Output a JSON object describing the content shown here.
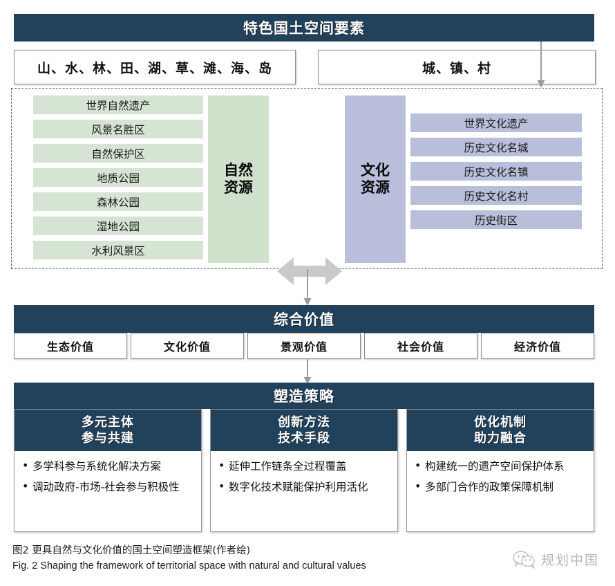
{
  "title": {
    "text": "特色国土空间要素"
  },
  "elements": [
    {
      "label": "山、水、林、田、湖、草、滩、海、岛"
    },
    {
      "label": "城、镇、村"
    }
  ],
  "resources": {
    "natural": {
      "pillar_line1": "自然",
      "pillar_line2": "资源",
      "items": [
        "世界自然遗产",
        "风景名胜区",
        "自然保护区",
        "地质公园",
        "森林公园",
        "湿地公园",
        "水利风景区"
      ]
    },
    "cultural": {
      "pillar_line1": "文化",
      "pillar_line2": "资源",
      "items": [
        "世界文化遗产",
        "历史文化名城",
        "历史文化名镇",
        "历史文化名村",
        "历史街区"
      ]
    },
    "exchange_icon": "double-headed-arrow"
  },
  "value": {
    "title": "综合价值",
    "items": [
      "生态价值",
      "文化价值",
      "景观价值",
      "社会价值",
      "经济价值"
    ]
  },
  "strategy": {
    "title": "塑造策略",
    "cards": [
      {
        "head_line1": "多元主体",
        "head_line2": "参与共建",
        "bullets": [
          "多学科参与系统化解决方案",
          "调动政府-市场-社会参与积极性"
        ]
      },
      {
        "head_line1": "创新方法",
        "head_line2": "技术手段",
        "bullets": [
          "延伸工作链条全过程覆盖",
          "数字化技术赋能保护利用活化"
        ]
      },
      {
        "head_line1": "优化机制",
        "head_line2": "助力融合",
        "bullets": [
          "构建统一的遗产空间保护体系",
          "多部门合作的政策保障机制"
        ]
      }
    ]
  },
  "caption": {
    "cn": "图2  更具自然与文化价值的国土空间塑造框架(作者绘)",
    "en": "Fig. 2  Shaping the framework of territorial space with natural and cultural values"
  },
  "watermark": {
    "icon": "wechat-icon",
    "text": "规划中国"
  },
  "colors": {
    "dark_navy": "#22415a",
    "green_chip": "#d6e4d3",
    "green_pillar": "#cfe0cb",
    "purple_chip": "#b9bfdb",
    "arrow_gray": "#c9c9c9",
    "dashed_border": "#4b5f86"
  }
}
